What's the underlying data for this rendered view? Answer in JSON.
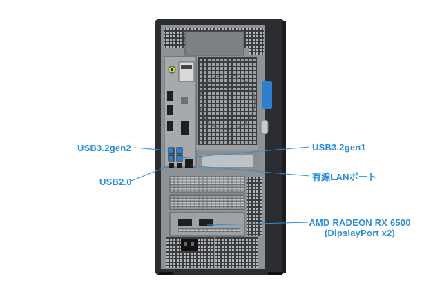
{
  "labels": {
    "usb32gen2": "USB3.2gen2",
    "usb20": "USB2.0",
    "usb32gen1": "USB3.2gen1",
    "lan": "有線LANポート",
    "gpu_line1": "AMD RADEON RX 6500",
    "gpu_line2": "(DipslayPort x2)"
  },
  "colors": {
    "label": "#2f8fd6",
    "chassis": "#2b2d30",
    "panel": "#8e9296",
    "usb3": "#2f7fd0"
  }
}
